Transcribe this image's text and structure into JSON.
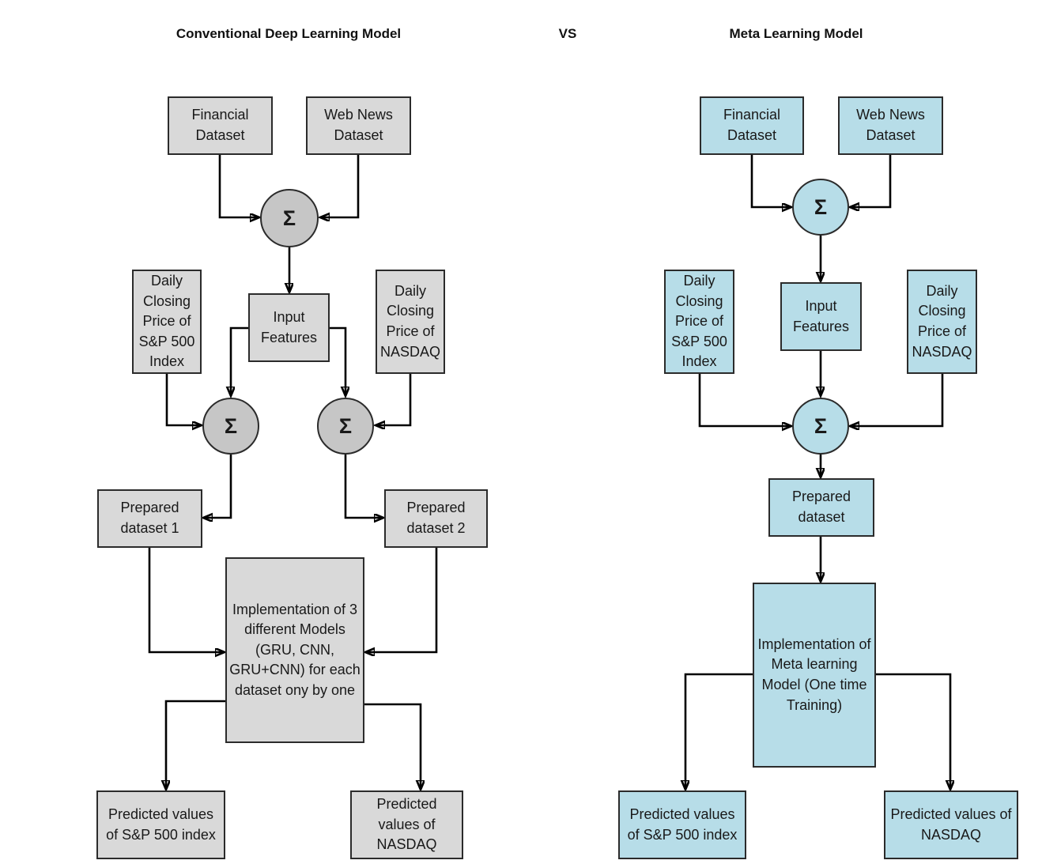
{
  "titles": {
    "left": "Conventional Deep Learning Model",
    "vs": "VS",
    "right": "Meta Learning Model"
  },
  "symbols": {
    "sum": "Σ"
  },
  "colors": {
    "gray_box": "#d9d9d9",
    "gray_circle": "#c6c6c6",
    "blue_box": "#b7dde8",
    "border": "#2b2b2b",
    "arrow": "#000000",
    "background": "#ffffff"
  },
  "conventional": {
    "nodes": {
      "financial": "Financial Dataset",
      "web_news": "Web News Dataset",
      "input_features": "Input Features",
      "sp500_price": "Daily Closing Price of S&P 500 Index",
      "nasdaq_price": "Daily Closing Price of NASDAQ",
      "prepared1": "Prepared dataset 1",
      "prepared2": "Prepared dataset 2",
      "implementation": "Implementation of 3 different Models (GRU, CNN, GRU+CNN) for each dataset ony by one",
      "predicted_sp500": "Predicted values of S&P 500 index",
      "predicted_nasdaq": "Predicted values of NASDAQ"
    },
    "edges": [
      {
        "from": "financial-dataset",
        "to": "sum-1"
      },
      {
        "from": "web-news-dataset",
        "to": "sum-1"
      },
      {
        "from": "sum-1",
        "to": "input-features"
      },
      {
        "from": "input-features",
        "to": "sum-2"
      },
      {
        "from": "input-features",
        "to": "sum-3"
      },
      {
        "from": "sp500-price",
        "to": "sum-2"
      },
      {
        "from": "nasdaq-price",
        "to": "sum-3"
      },
      {
        "from": "sum-2",
        "to": "prepared-dataset-1"
      },
      {
        "from": "sum-3",
        "to": "prepared-dataset-2"
      },
      {
        "from": "prepared-dataset-1",
        "to": "implementation"
      },
      {
        "from": "prepared-dataset-2",
        "to": "implementation"
      },
      {
        "from": "implementation",
        "to": "predicted-sp500"
      },
      {
        "from": "implementation",
        "to": "predicted-nasdaq"
      }
    ]
  },
  "meta": {
    "nodes": {
      "financial": "Financial Dataset",
      "web_news": "Web News Dataset",
      "input_features": "Input Features",
      "sp500_price": "Daily Closing Price of S&P 500 Index",
      "nasdaq_price": "Daily Closing Price of NASDAQ",
      "prepared": "Prepared dataset",
      "implementation": "Implementation of Meta learning Model (One time Training)",
      "predicted_sp500": "Predicted values of S&P 500 index",
      "predicted_nasdaq": "Predicted values of NASDAQ"
    },
    "edges": [
      {
        "from": "financial-dataset",
        "to": "sum-1"
      },
      {
        "from": "web-news-dataset",
        "to": "sum-1"
      },
      {
        "from": "sum-1",
        "to": "input-features"
      },
      {
        "from": "input-features",
        "to": "sum-2"
      },
      {
        "from": "sp500-price",
        "to": "sum-2"
      },
      {
        "from": "nasdaq-price",
        "to": "sum-2"
      },
      {
        "from": "sum-2",
        "to": "prepared-dataset"
      },
      {
        "from": "prepared-dataset",
        "to": "implementation"
      },
      {
        "from": "implementation",
        "to": "predicted-sp500"
      },
      {
        "from": "implementation",
        "to": "predicted-nasdaq"
      }
    ]
  }
}
